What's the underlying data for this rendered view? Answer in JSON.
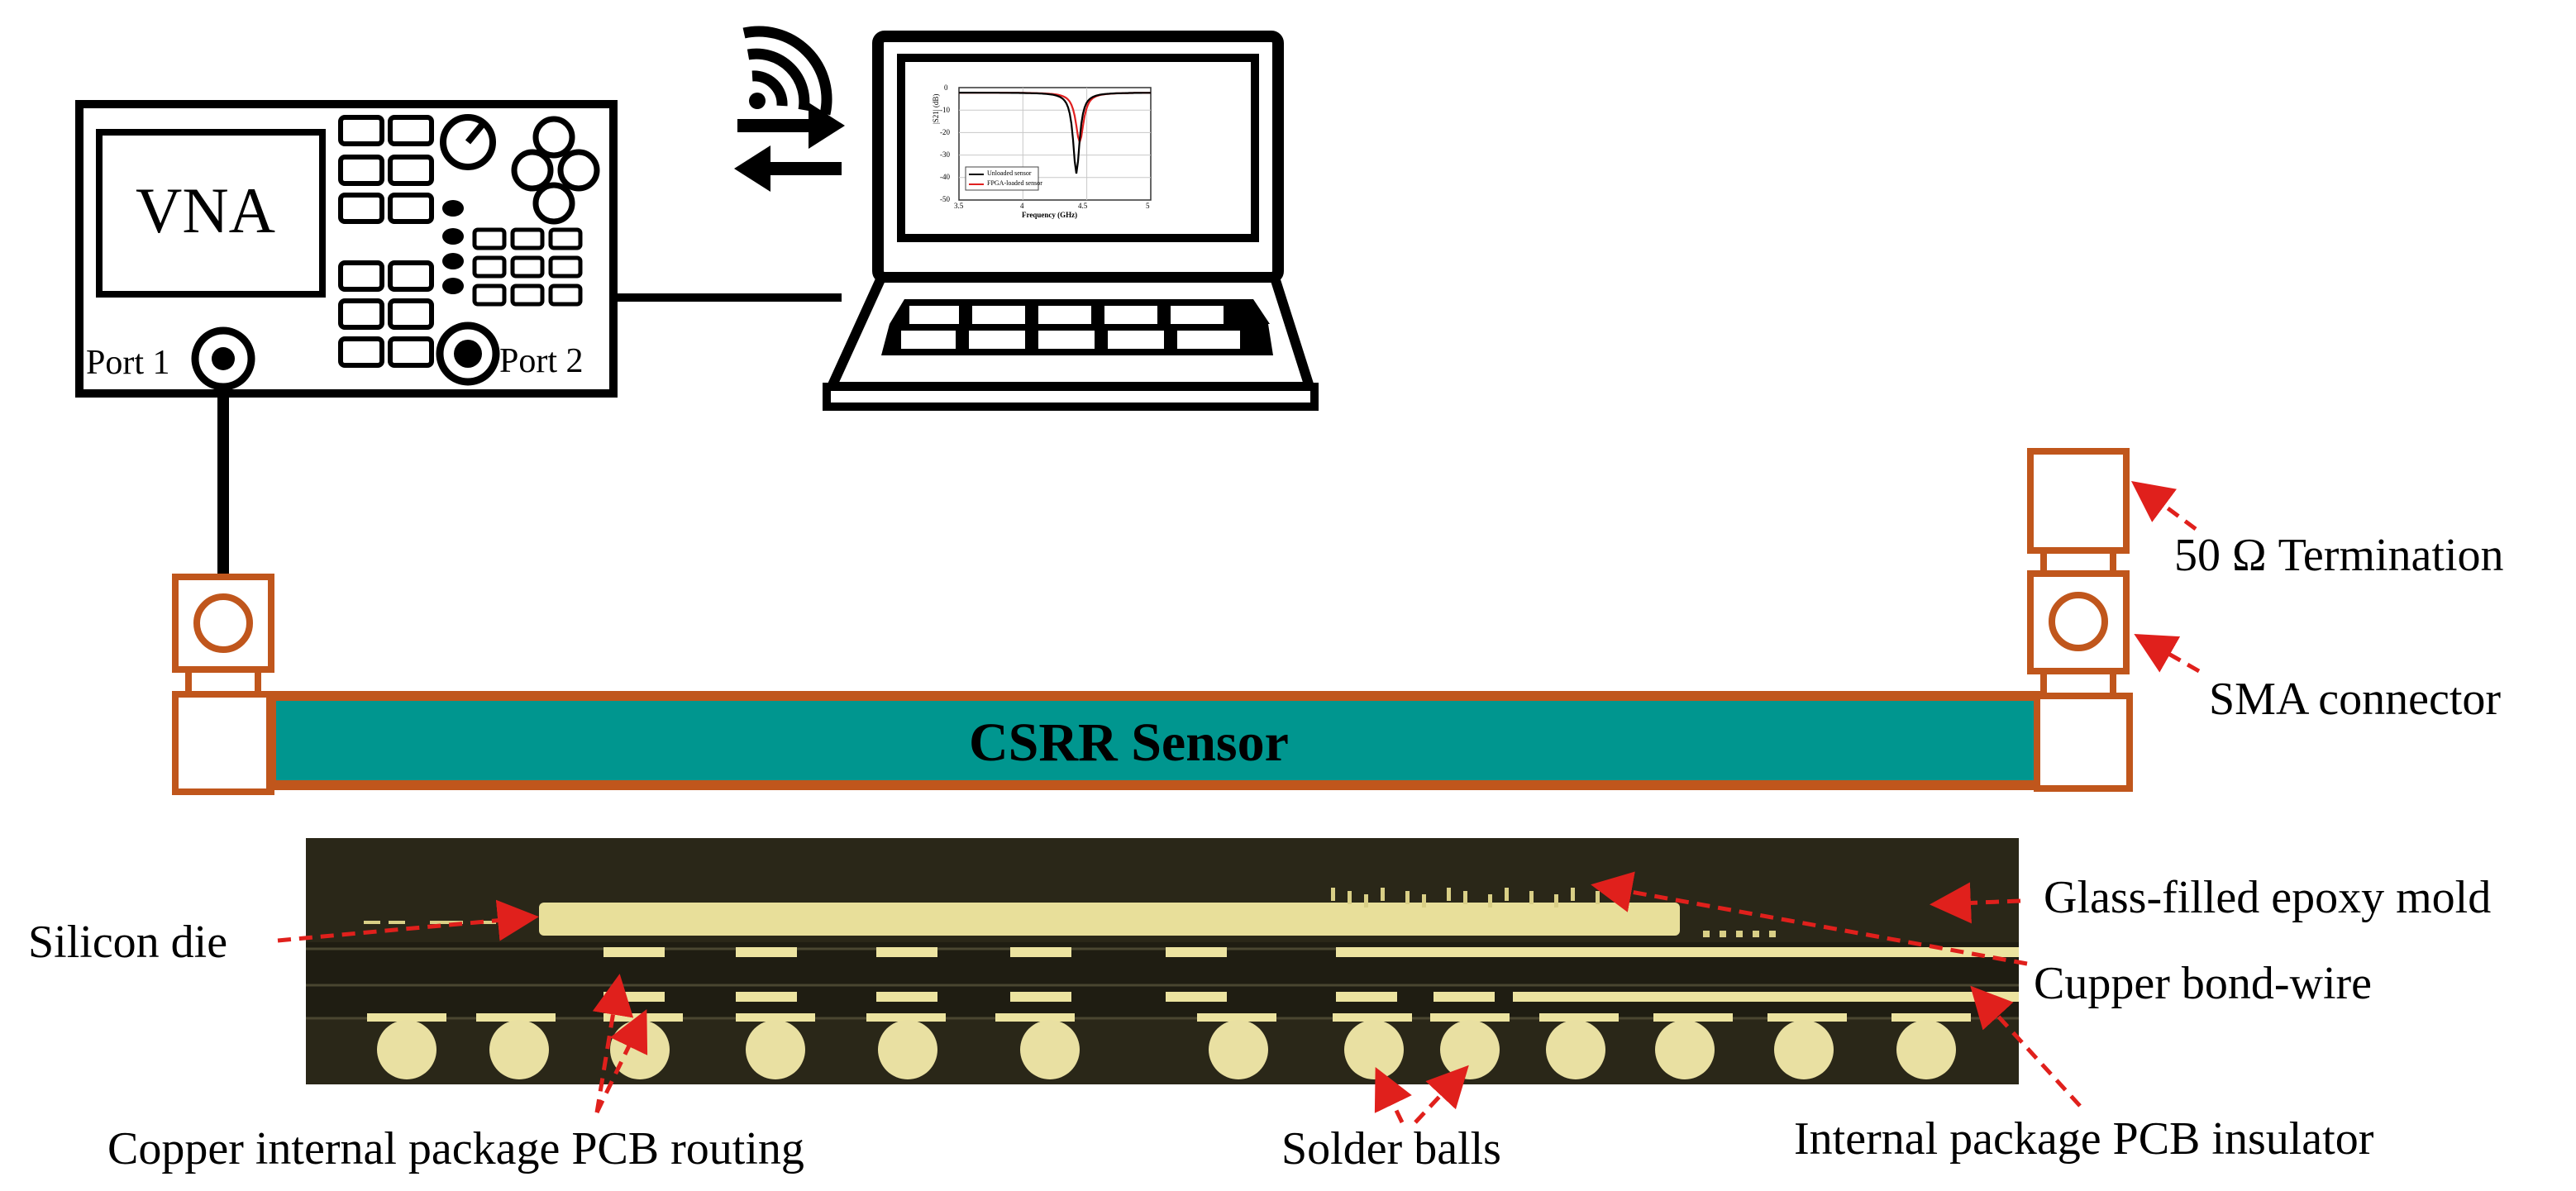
{
  "vna": {
    "title": "VNA",
    "port1": "Port 1",
    "port2": "Port 2"
  },
  "sensor": {
    "label": "CSRR Sensor"
  },
  "labels": {
    "termination": "50 Ω Termination",
    "sma": "SMA connector",
    "silicon_die": "Silicon die",
    "epoxy": "Glass-filled epoxy mold",
    "bond_wire": "Cupper bond-wire",
    "pcb_routing": "Copper internal package PCB routing",
    "solder_balls": "Solder balls",
    "pcb_insulator": "Internal package PCB insulator"
  },
  "laptop_plot": {
    "ylabel": "|S21| (dB)",
    "xlabel": "Frequency (GHz)",
    "yticks": [
      "0",
      "-10",
      "-20",
      "-30",
      "-40",
      "-50"
    ],
    "xticks": [
      "3.5",
      "4",
      "4.5",
      "5"
    ],
    "legend": [
      "Unloaded sensor",
      "FPGA-loaded sensor"
    ]
  },
  "colors": {
    "ink": "#000000",
    "sensor_border": "#c0561c",
    "sensor_fill": "#00968f",
    "arrow": "#e0201c",
    "xray_bg": "#2a2718",
    "xray_metal": "#ece3a0"
  }
}
